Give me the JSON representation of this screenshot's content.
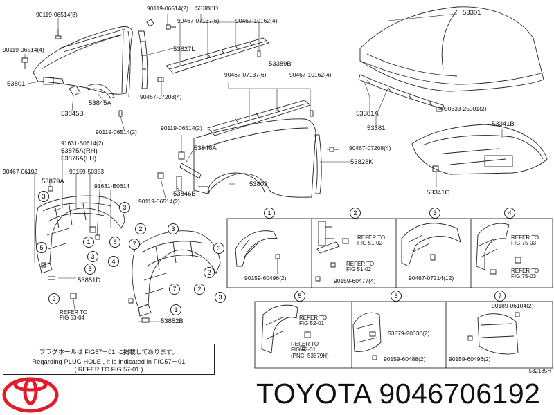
{
  "main_labels": {
    "p90119a": "90119-06514(8)",
    "p90119b": "90119-06514(2)",
    "p90119c": "90119-06514(4)",
    "p53801": "53801",
    "p53845a": "53845A",
    "p53845b": "53845B",
    "p53827l": "53827L",
    "p53388d": "53388D",
    "p90467a": "90467-07137(6)",
    "p90467b": "90467-10162(4)",
    "p53389b": "53389B",
    "p90467c": "90467-07137(6)",
    "p90467d": "90467-10162(4)",
    "p90467e": "90467-07208(4)",
    "p90119d": "90119-06514(2)",
    "p53301": "53301",
    "p53381a": "53381A",
    "p53381": "53381",
    "p90333": "90333-25001(2)",
    "p53341b": "53341B",
    "p53341c": "53341C",
    "p90119e": "90119-06514(2)",
    "p91631a": "91631-B0614(2)",
    "p53875a": "53875A(RH)",
    "p53876a": "53876A(LH)",
    "p90467f": "90467-06192",
    "p90159a": "90159-50353",
    "p53879a": "53879A",
    "p91631b": "91631-B0614",
    "p53846a": "53846A",
    "p53846b": "53846B",
    "p90119f": "90119-06514(2)",
    "p53802": "53802",
    "p90467g": "90467-07208(4)",
    "p53828k": "53828K",
    "p53851d": "53851D",
    "p53852b": "53852B",
    "ref5304": "REFER TO\nFIG 53-04"
  },
  "detail_panels": {
    "p1_num": "1",
    "p1_part": "90159-60496(2)",
    "p2_num": "2",
    "p2_ref1": "REFER TO\nFIG 51-02",
    "p2_ref2": "REFER TO\nFIG 51-02",
    "p2_part": "90159-60477(4)",
    "p3_num": "3",
    "p3_part": "90467-07214(12)",
    "p4_num": "4",
    "p4_ref1": "REFER TO\nFIG 75-03",
    "p4_ref2": "REFER TO\nFIG 75-03",
    "p5_num": "5",
    "p5_ref1": "REFER TO\nFIG 52-01",
    "p5_ref2": "REFER TO\nFIG 52-01\n(PNC  53879H)",
    "p6_num": "6",
    "p6_part1": "53879-20030(2)",
    "p6_part2": "90159-60488(2)",
    "p7_num": "7",
    "p7_part1": "90189-06104(2)",
    "p7_part2": "90159-60496(2)"
  },
  "callouts": [
    "3",
    "5",
    "1",
    "3",
    "5",
    "4",
    "6",
    "7",
    "2",
    "2",
    "3",
    "3",
    "7",
    "2",
    "1",
    "3",
    "3",
    "2"
  ],
  "note": {
    "line1": "プラグホールは FIG57－01 に掲載してあります。",
    "line2": "Regarding  PLUG HOLE  , it is indicated  in  FIG57－01",
    "line3": "(        REFER TO FIG 57-01        )"
  },
  "diagram_code": "532185H",
  "brand": "TOYOTA 9046706192",
  "colors": {
    "logo_red": "#e01d2a",
    "ink": "#222222"
  }
}
